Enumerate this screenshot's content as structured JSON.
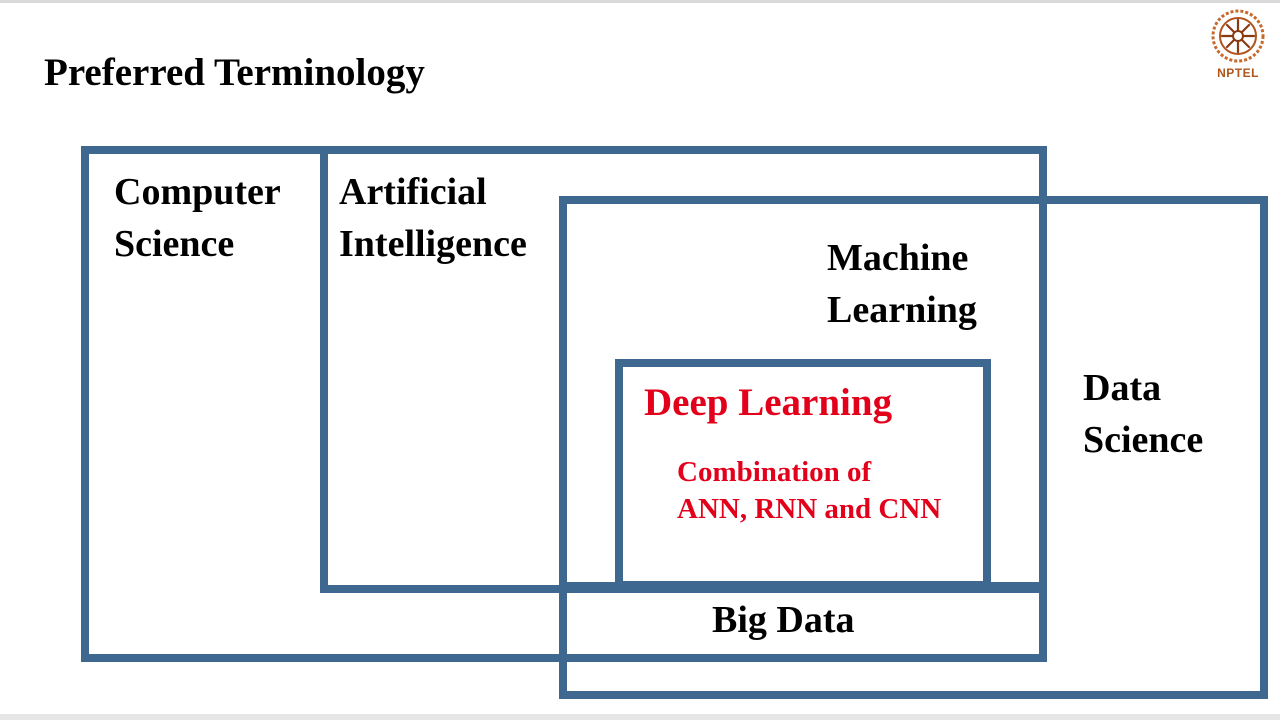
{
  "slide": {
    "title": "Preferred Terminology"
  },
  "logo": {
    "text": "NPTEL",
    "icon": "nptel-emblem-icon",
    "color": "#b0541c"
  },
  "diagram": {
    "border_color": "#3f6891",
    "regions": {
      "computer_science": {
        "line1": "Computer",
        "line2": "Science"
      },
      "artificial_intelligence": {
        "line1": "Artificial",
        "line2": "Intelligence"
      },
      "machine_learning": {
        "line1": "Machine",
        "line2": "Learning"
      },
      "data_science": {
        "line1": "Data",
        "line2": "Science"
      },
      "big_data": {
        "label": "Big Data"
      },
      "deep_learning": {
        "title": "Deep Learning",
        "desc_line1": "Combination of",
        "desc_line2": "ANN, RNN and CNN",
        "color": "#e3001b"
      }
    }
  }
}
